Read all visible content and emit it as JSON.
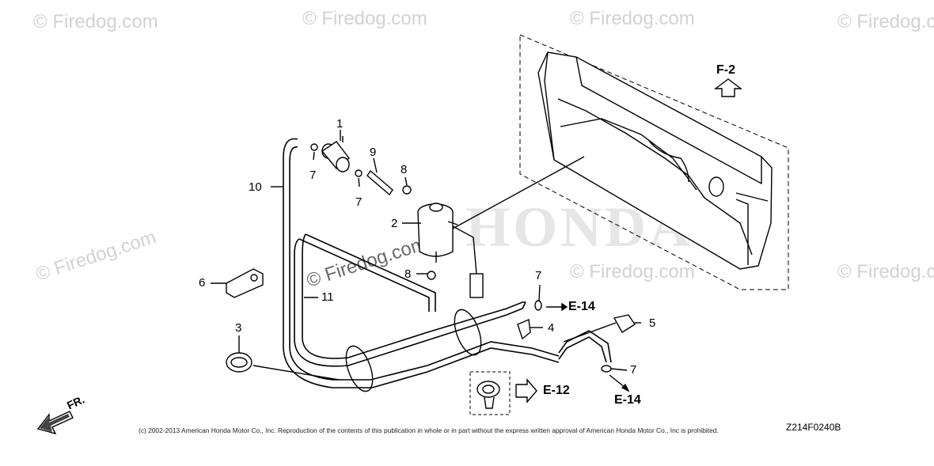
{
  "watermarks": [
    "© Firedog.com",
    "© Firedog.com",
    "© Firedog.com",
    "© Firedog.com",
    "© Firedog.com",
    "© Firedog.com",
    "© Firedog.com",
    "© Firedog.com"
  ],
  "brand_mark": "HONDA",
  "callouts": {
    "p1": "1",
    "p2": "2",
    "p3": "3",
    "p4": "4",
    "p5": "5",
    "p6": "6",
    "p7a": "7",
    "p7b": "7",
    "p7c": "7",
    "p7d": "7",
    "p8a": "8",
    "p8b": "8",
    "p9": "9",
    "p10": "10",
    "p11": "11"
  },
  "references": {
    "f2": "F-2",
    "e14_top": "E-14",
    "e14_bottom": "E-14",
    "e12": "E-12",
    "front": "FR."
  },
  "footer": {
    "copyright": "(c) 2002-2013 American Honda Motor Co., Inc. Reproduction of the contents of this publication in whole or in part without the express written approval of American Honda Motor Co., Inc is prohibited.",
    "diagram_code": "Z214F0240B"
  }
}
